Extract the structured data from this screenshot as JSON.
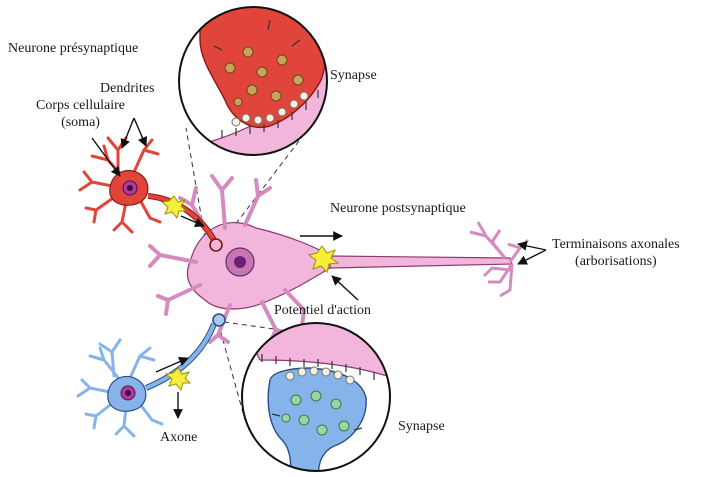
{
  "labels": {
    "presynaptic_neuron": "Neurone présynaptique",
    "dendrites": "Dendrites",
    "cell_body_line1": "Corps cellulaire",
    "cell_body_line2": "(soma)",
    "synapse_top": "Synapse",
    "postsynaptic_neuron": "Neurone postsynaptique",
    "axon_terminals_line1": "Terminaisons axonales",
    "axon_terminals_line2": "(arborisations)",
    "action_potential": "Potentiel d'action",
    "axon": "Axone",
    "synapse_bottom": "Synapse"
  },
  "colors": {
    "presynaptic_red": "#e0443a",
    "postsynaptic_pink": "#f2b6dc",
    "blue_neuron": "#86b4ea",
    "nucleus_purple": "#7a2a8c",
    "spark_yellow": "#f6ee3a"
  }
}
